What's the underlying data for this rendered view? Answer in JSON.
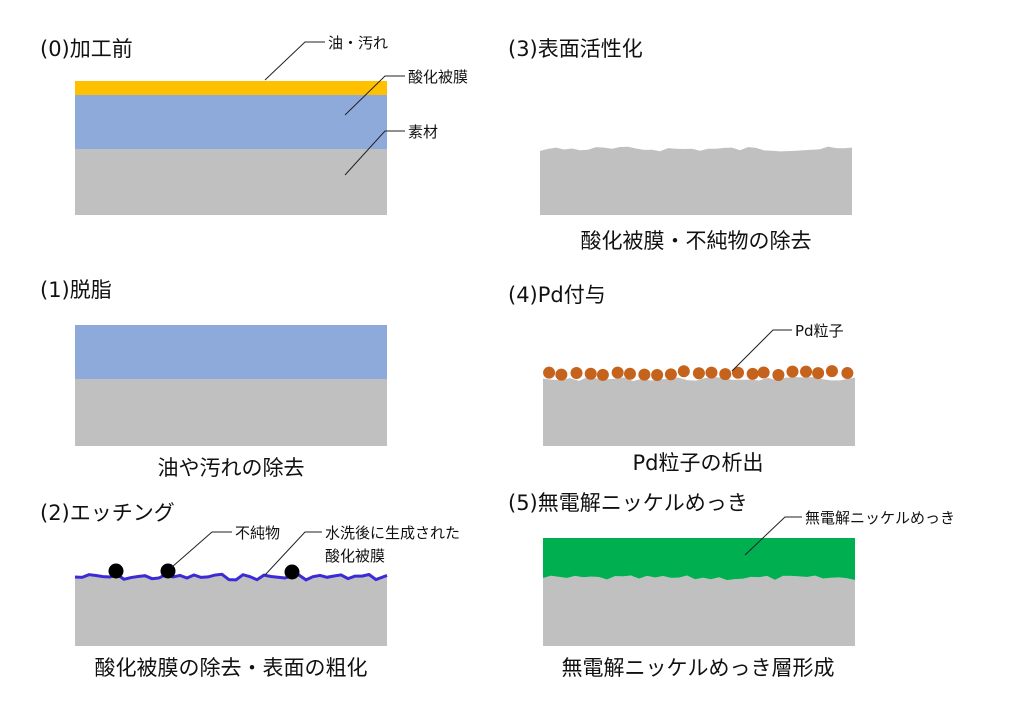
{
  "colors": {
    "substrate": "#c0c0c0",
    "oxide": "#8eaadb",
    "oil": "#ffc000",
    "oxide_line": "#3a2bd6",
    "impurity": "#000000",
    "pd": "#c5621c",
    "nickel": "#00b050"
  },
  "panels": [
    {
      "title": "(0)加工前",
      "labels": [
        "油・汚れ",
        "酸化被膜",
        "素材"
      ]
    },
    {
      "title": "(1)脱脂",
      "caption": "油や汚れの除去"
    },
    {
      "title": "(2)エッチング",
      "labels": [
        "不純物",
        "水洗後に生成された",
        "酸化被膜"
      ],
      "caption": "酸化被膜の除去・表面の粗化"
    },
    {
      "title": "(3)表面活性化",
      "caption": "酸化被膜・不純物の除去"
    },
    {
      "title": "(4)Pd付与",
      "labels": [
        "Pd粒子"
      ],
      "caption": "Pd粒子の析出"
    },
    {
      "title": "(5)無電解ニッケルめっき",
      "labels": [
        "無電解ニッケルめっき"
      ],
      "caption": "無電解ニッケルめっき層形成"
    }
  ]
}
